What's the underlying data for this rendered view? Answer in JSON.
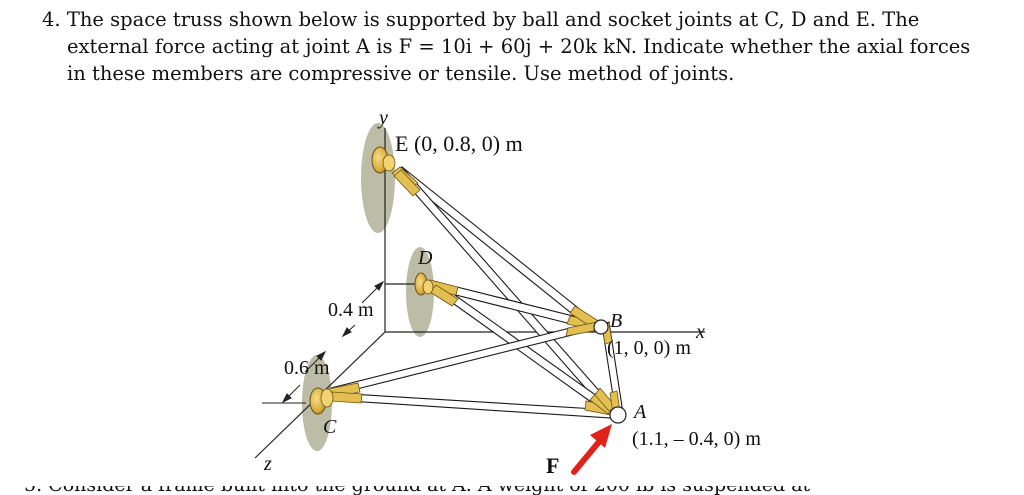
{
  "problem": {
    "number": "4.",
    "line1": "The space truss shown below is supported by ball and socket joints at C, D and E. The",
    "line2": "external force acting at joint A is F = 10i + 60j + 20k kN. Indicate whether the axial forces",
    "line3": "in these members are compressive or tensile. Use method of joints."
  },
  "figure": {
    "axis_y": "y",
    "axis_x": "x",
    "axis_z": "z",
    "joint_e": "E (0, 0.8, 0) m",
    "joint_d": "D",
    "joint_c": "C",
    "joint_b": "B",
    "joint_b_coords": "(1, 0, 0) m",
    "joint_a": "A",
    "joint_a_coords": "(1.1, – 0.4, 0) m",
    "dim_04": "0.4 m",
    "dim_06": "0.6 m",
    "force": "F"
  },
  "next_problem_fragment": "5. Consider a frame built into the ground at A. A weight of 200 lb is suspended at",
  "colors": {
    "member_fill": "#ffffff",
    "member_stroke": "#1a1a1a",
    "socket_gold": "#e3bf52",
    "socket_shadow": "#9b9b78",
    "force_arrow": "#e0241b"
  }
}
